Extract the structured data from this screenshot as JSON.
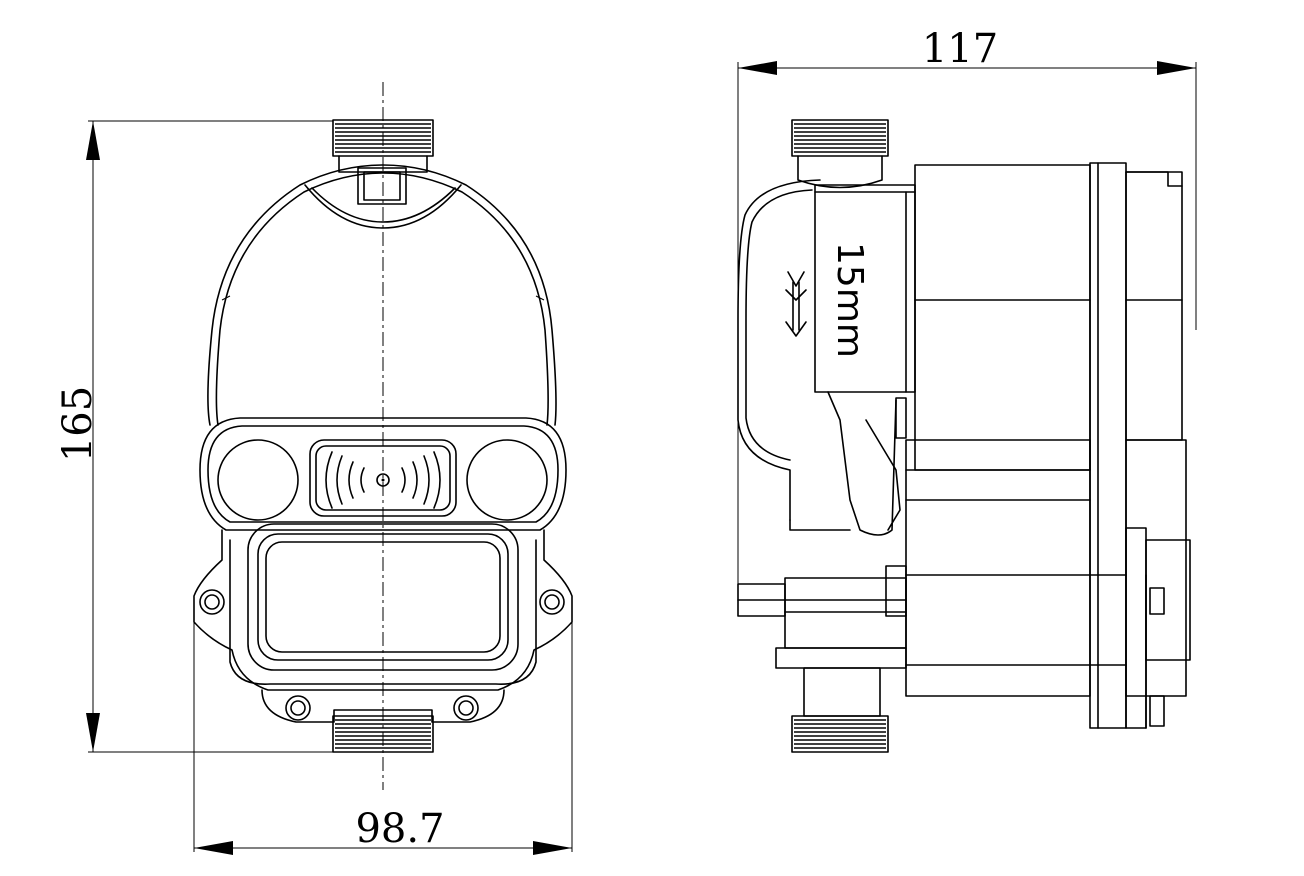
{
  "dimensions": {
    "height": "165",
    "width_front": "98.7",
    "width_side": "117"
  },
  "side_label": "15mm",
  "icons": {
    "flow_arrow": "double-arrow-down-icon",
    "wireless": "wireless-signal-icon"
  }
}
